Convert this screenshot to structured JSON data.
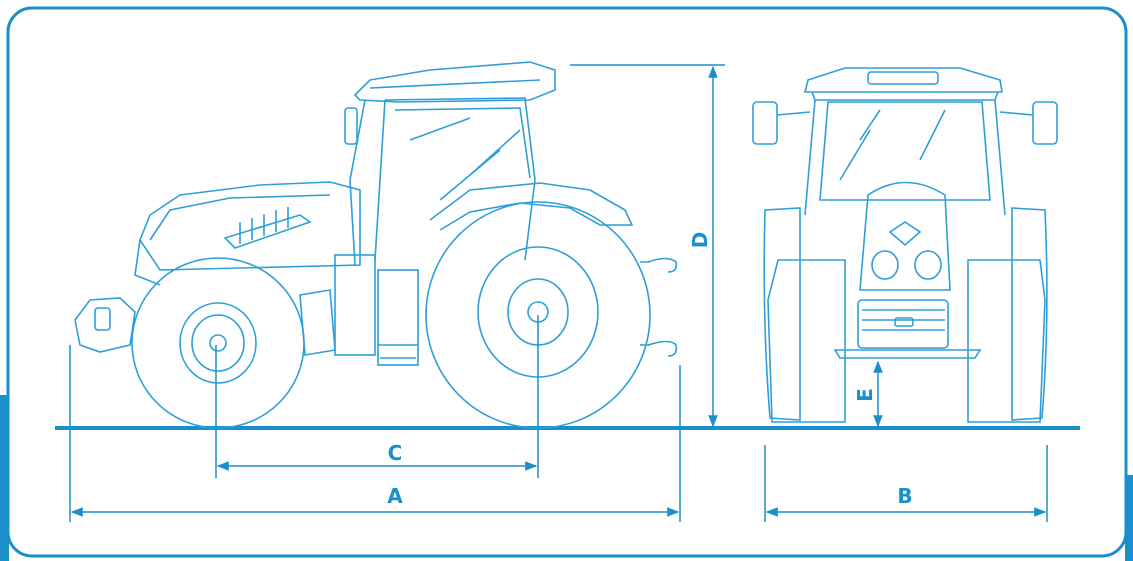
{
  "colors": {
    "accent": "#1a8fc9",
    "line": "#2e9fd8",
    "background": "#ffffff"
  },
  "dimensions": {
    "A": "A",
    "B": "B",
    "C": "C",
    "D": "D",
    "E": "E"
  }
}
